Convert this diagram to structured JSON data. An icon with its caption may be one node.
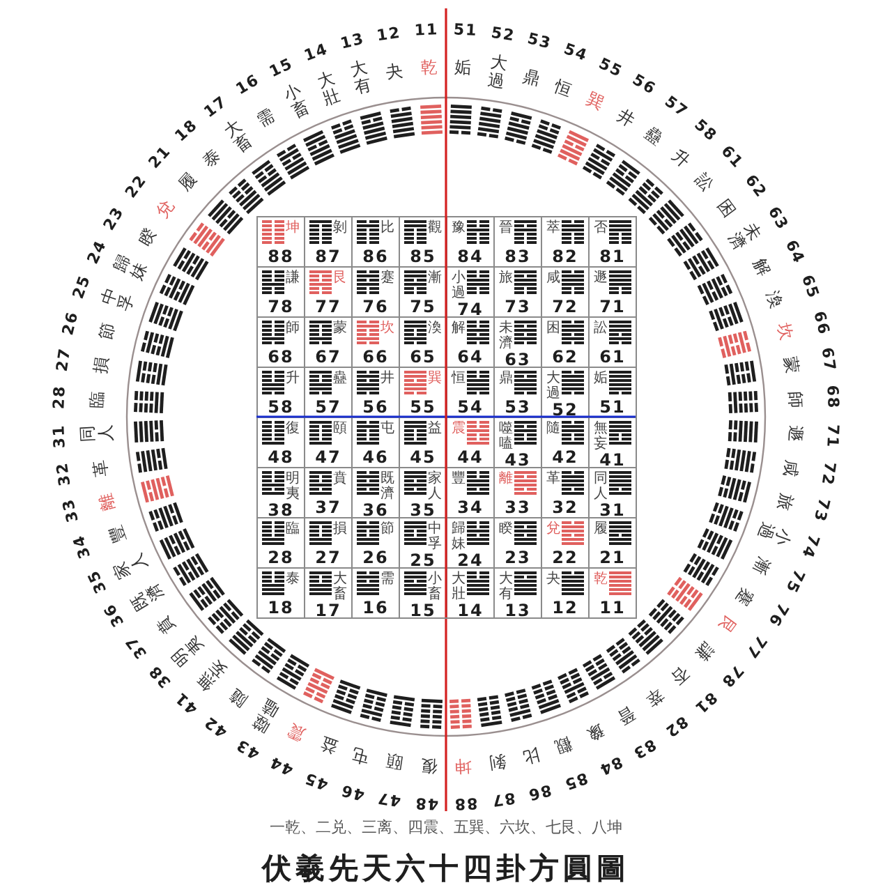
{
  "diagram": {
    "title": "伏羲先天六十四卦方圓圖",
    "nodes": [
      {
        "text": [
          "坤",
          "88"
        ]
      },
      {
        "text": [
          "剝",
          "87"
        ]
      },
      {
        "text": [
          "比",
          "86"
        ]
      },
      {
        "text": [
          "觀",
          "85"
        ]
      },
      {
        "text": [
          "豫",
          "84"
        ]
      },
      {
        "text": [
          "晉",
          "83"
        ]
      },
      {
        "text": [
          "萃",
          "82"
        ]
      },
      {
        "text": [
          "否",
          "81"
        ]
      },
      {
        "text": [
          "謙",
          "78"
        ]
      },
      {
        "text": [
          "艮",
          "77"
        ]
      },
      {
        "text": [
          "蹇",
          "76"
        ]
      },
      {
        "text": [
          "漸",
          "75"
        ]
      },
      {
        "text": [
          "小過",
          "74"
        ]
      },
      {
        "text": [
          "旅",
          "73"
        ]
      },
      {
        "text": [
          "咸",
          "72"
        ]
      },
      {
        "text": [
          "遯",
          "71"
        ]
      },
      {
        "text": [
          "師",
          "68"
        ]
      },
      {
        "text": [
          "蒙",
          "67"
        ]
      },
      {
        "text": [
          "坎",
          "66"
        ]
      },
      {
        "text": [
          "渙",
          "65"
        ]
      },
      {
        "text": [
          "解",
          "64"
        ]
      },
      {
        "text": [
          "未濟",
          "63"
        ]
      },
      {
        "text": [
          "困",
          "62"
        ]
      },
      {
        "text": [
          "訟",
          "61"
        ]
      },
      {
        "text": [
          "升",
          "58"
        ]
      },
      {
        "text": [
          "蠱",
          "57"
        ]
      },
      {
        "text": [
          "井",
          "56"
        ]
      },
      {
        "text": [
          "巽",
          "55"
        ]
      },
      {
        "text": [
          "恒",
          "54"
        ]
      },
      {
        "text": [
          "鼎",
          "53"
        ]
      },
      {
        "text": [
          "大過",
          "52"
        ]
      },
      {
        "text": [
          "姤",
          "51"
        ]
      },
      {
        "text": [
          "復",
          "48"
        ]
      },
      {
        "text": [
          "頤",
          "47"
        ]
      },
      {
        "text": [
          "屯",
          "46"
        ]
      },
      {
        "text": [
          "益",
          "45"
        ]
      },
      {
        "text": [
          "震",
          "44"
        ]
      },
      {
        "text": [
          "噬嗑",
          "43"
        ]
      },
      {
        "text": [
          "隨",
          "42"
        ]
      },
      {
        "text": [
          "無妄",
          "41"
        ]
      },
      {
        "text": [
          "明夷",
          "38"
        ]
      },
      {
        "text": [
          "賁",
          "37"
        ]
      },
      {
        "text": [
          "既濟",
          "36"
        ]
      },
      {
        "text": [
          "家人",
          "35"
        ]
      },
      {
        "text": [
          "豐",
          "34"
        ]
      },
      {
        "text": [
          "離",
          "33"
        ]
      },
      {
        "text": [
          "革",
          "32"
        ]
      },
      {
        "text": [
          "同人",
          "31"
        ]
      },
      {
        "text": [
          "臨",
          "28"
        ]
      },
      {
        "text": [
          "損",
          "27"
        ]
      },
      {
        "text": [
          "節",
          "26"
        ]
      },
      {
        "text": [
          "中孚",
          "25"
        ]
      },
      {
        "text": [
          "歸妹",
          "24"
        ]
      },
      {
        "text": [
          "睽",
          "23"
        ]
      },
      {
        "text": [
          "兌",
          "22"
        ]
      },
      {
        "text": [
          "履",
          "21"
        ]
      },
      {
        "text": [
          "泰",
          "18"
        ]
      },
      {
        "text": [
          "大畜",
          "17"
        ]
      },
      {
        "text": [
          "需",
          "16"
        ]
      },
      {
        "text": [
          "小畜",
          "15"
        ]
      },
      {
        "text": [
          "大壯",
          "14"
        ]
      },
      {
        "text": [
          "大有",
          "13"
        ]
      },
      {
        "text": [
          "夬",
          "12"
        ]
      },
      {
        "text": [
          "乾",
          "11"
        ]
      }
    ],
    "labels": [
      "11",
      "乾",
      "12",
      "夬",
      "13",
      "大有",
      "14",
      "大壯",
      "15",
      "小畜",
      "16",
      "需",
      "17",
      "大畜",
      "18",
      "泰",
      "21",
      "履",
      "22",
      "兌",
      "23",
      "睽",
      "24",
      "歸妹",
      "25",
      "中孚",
      "26",
      "節",
      "27",
      "損",
      "28",
      "臨",
      "31",
      "同人",
      "32",
      "革",
      "33",
      "離",
      "34",
      "豐",
      "35",
      "家人",
      "36",
      "既濟",
      "37",
      "賁",
      "38",
      "明夷",
      "41",
      "無妄",
      "42",
      "隨",
      "43",
      "噬嗑",
      "44",
      "震",
      "45",
      "益",
      "46",
      "屯",
      "47",
      "頤",
      "48",
      "復",
      "51",
      "姤",
      "52",
      "大過",
      "53",
      "鼎",
      "54",
      "恒",
      "55",
      "巽",
      "56",
      "井",
      "57",
      "蠱",
      "58",
      "升",
      "61",
      "訟",
      "62",
      "困",
      "63",
      "未濟",
      "64",
      "解",
      "65",
      "渙",
      "66",
      "坎",
      "67",
      "蒙",
      "68",
      "師",
      "71",
      "遯",
      "72",
      "咸",
      "73",
      "旅",
      "74",
      "小過",
      "75",
      "漸",
      "76",
      "蹇",
      "77",
      "艮",
      "78",
      "謙",
      "81",
      "否",
      "82",
      "萃",
      "83",
      "晉",
      "84",
      "豫",
      "85",
      "觀",
      "86",
      "比",
      "87",
      "剝",
      "88",
      "坤",
      "一乾、二兑、三离、四震、五巽、六坎、七艮、八坤"
    ]
  }
}
